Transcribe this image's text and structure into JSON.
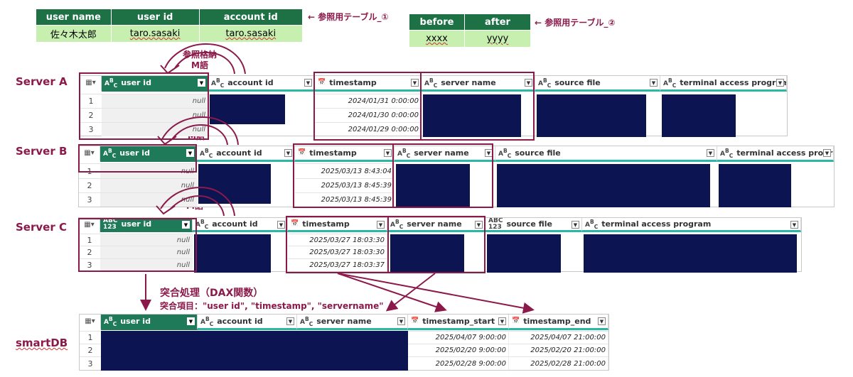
{
  "ref_table_1": {
    "headers": [
      "user name",
      "user id",
      "account id"
    ],
    "row": [
      "佐々木太郎",
      "taro.sasaki",
      "taro.sasaki"
    ],
    "note": "← 参照用テーブル_①"
  },
  "ref_table_2": {
    "headers": [
      "before",
      "after"
    ],
    "row": [
      "xxxx",
      "yyyy"
    ],
    "note": "← 参照用テーブル_②"
  },
  "merge_note": {
    "line1": "参照格納",
    "line2": "M語"
  },
  "servers": {
    "a": {
      "label": "Server A",
      "columns": [
        "user id",
        "account id",
        "timestamp",
        "server name",
        "source file",
        "terminal access program"
      ],
      "rows": [
        "1",
        "2",
        "3"
      ],
      "null_values": [
        "null",
        "null",
        "null"
      ],
      "timestamps": [
        "2024/01/31 0:00:00",
        "2024/01/30 0:00:00",
        "2024/01/29 0:00:00"
      ]
    },
    "b": {
      "label": "Server B",
      "columns": [
        "user id",
        "account id",
        "timestamp",
        "server name",
        "source file",
        "terminal access program"
      ],
      "rows": [
        "1",
        "2",
        "3"
      ],
      "null_values": [
        "null",
        "null",
        "null"
      ],
      "timestamps": [
        "2025/03/13 8:43:04",
        "2025/03/13 8:45:39",
        "2025/03/13 8:45:39"
      ]
    },
    "c": {
      "label": "Server C",
      "columns": [
        "user id",
        "account id",
        "timestamp",
        "server name",
        "source file",
        "terminal access program"
      ],
      "rows": [
        "1",
        "2",
        "3"
      ],
      "null_values": [
        "null",
        "null",
        "null"
      ],
      "timestamps": [
        "2025/03/27 18:03:30",
        "2025/03/27 18:03:30",
        "2025/03/27 18:03:37"
      ]
    }
  },
  "process": {
    "title": "突合処理（DAX関数）",
    "subtitle": "突合項目：\"user id\", \"timestamp\", \"servername\""
  },
  "smartdb": {
    "label": "smartDB",
    "columns": [
      "user id",
      "account id",
      "server name",
      "timestamp_start",
      "timestamp_end"
    ],
    "rows": [
      "1",
      "2",
      "3"
    ],
    "start": [
      "2025/04/07 9:00:00",
      "2025/02/20 9:00:00",
      "2025/02/28 9:00:00"
    ],
    "end": [
      "2025/04/07 21:00:00",
      "2025/02/20 21:00:00",
      "2025/02/28 21:00:00"
    ]
  },
  "type_icons": {
    "text": "ABC",
    "any": "ABC 123",
    "datetime": "calendar-clock"
  },
  "colors": {
    "accent": "#8b1a4a",
    "header_green": "#1e7145",
    "cell_green": "#c6efb0",
    "mask": "#0c1452",
    "teal": "#2bb7a6"
  }
}
